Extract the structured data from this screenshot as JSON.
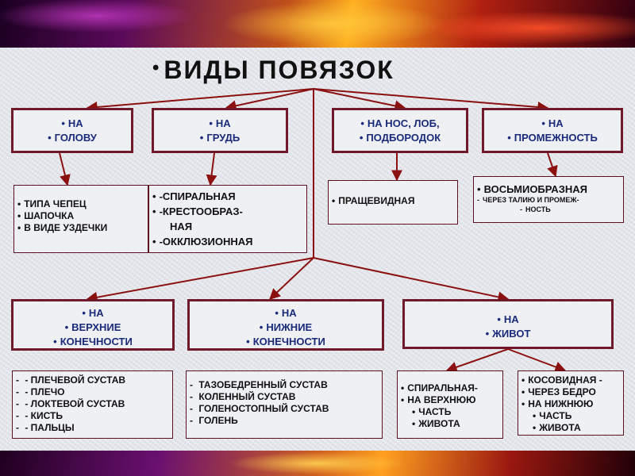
{
  "title": "ВИДЫ   ПОВЯЗОК",
  "top_row": [
    {
      "lines": [
        "НА",
        "ГОЛОВУ"
      ]
    },
    {
      "lines": [
        "НА",
        "ГРУДЬ"
      ]
    },
    {
      "lines": [
        "НА НОС, ЛОБ,",
        "ПОДБОРОДОК"
      ]
    },
    {
      "lines": [
        "НА",
        "ПРОМЕЖНОСТЬ"
      ]
    }
  ],
  "top_details": [
    {
      "lines": [
        "ТИПА ЧЕПЕЦ",
        "ШАПОЧКА",
        "В ВИДЕ УЗДЕЧКИ"
      ]
    },
    {
      "lines": [
        "-СПИРАЛЬНАЯ",
        "-КРЕСТООБРАЗ-",
        "НАЯ",
        "-ОККЛЮЗИОННАЯ"
      ]
    },
    {
      "lines": [
        "ПРАЩЕВИДНАЯ"
      ]
    },
    {
      "lines": [
        "ВОСЬМИОБРАЗНАЯ",
        "ЧЕРЕЗ ТАЛИЮ И ПРОМЕЖ-",
        "НОСТЬ"
      ]
    }
  ],
  "bottom_row": [
    {
      "lines": [
        "НА",
        "ВЕРХНИЕ",
        "КОНЕЧНОСТИ"
      ]
    },
    {
      "lines": [
        "НА",
        "НИЖНИЕ",
        "КОНЕЧНОСТИ"
      ]
    },
    {
      "lines": [
        "НА",
        "ЖИВОТ"
      ]
    }
  ],
  "bottom_details": [
    {
      "lines": [
        "- ПЛЕЧЕВОЙ СУСТАВ",
        "- ПЛЕЧО",
        "- ЛОКТЕВОЙ СУСТАВ",
        "- КИСТЬ",
        "- ПАЛЬЦЫ"
      ]
    },
    {
      "lines": [
        "ТАЗОБЕДРЕННЫЙ СУСТАВ",
        "КОЛЕННЫЙ СУСТАВ",
        "ГОЛЕНОСТОПНЫЙ СУСТАВ",
        "ГОЛЕНЬ"
      ]
    },
    {
      "lines": [
        "СПИРАЛЬНАЯ-",
        "НА ВЕРХНЮЮ",
        "ЧАСТЬ",
        "ЖИВОТА"
      ]
    },
    {
      "lines": [
        "КОСОВИДНАЯ -",
        "ЧЕРЕЗ БЕДРО",
        "НА НИЖНЮЮ",
        "ЧАСТЬ",
        "ЖИВОТА"
      ]
    }
  ],
  "colors": {
    "border": "#6e1a2a",
    "arrow": "#8b1010",
    "heading_text": "#1a2a7a"
  }
}
